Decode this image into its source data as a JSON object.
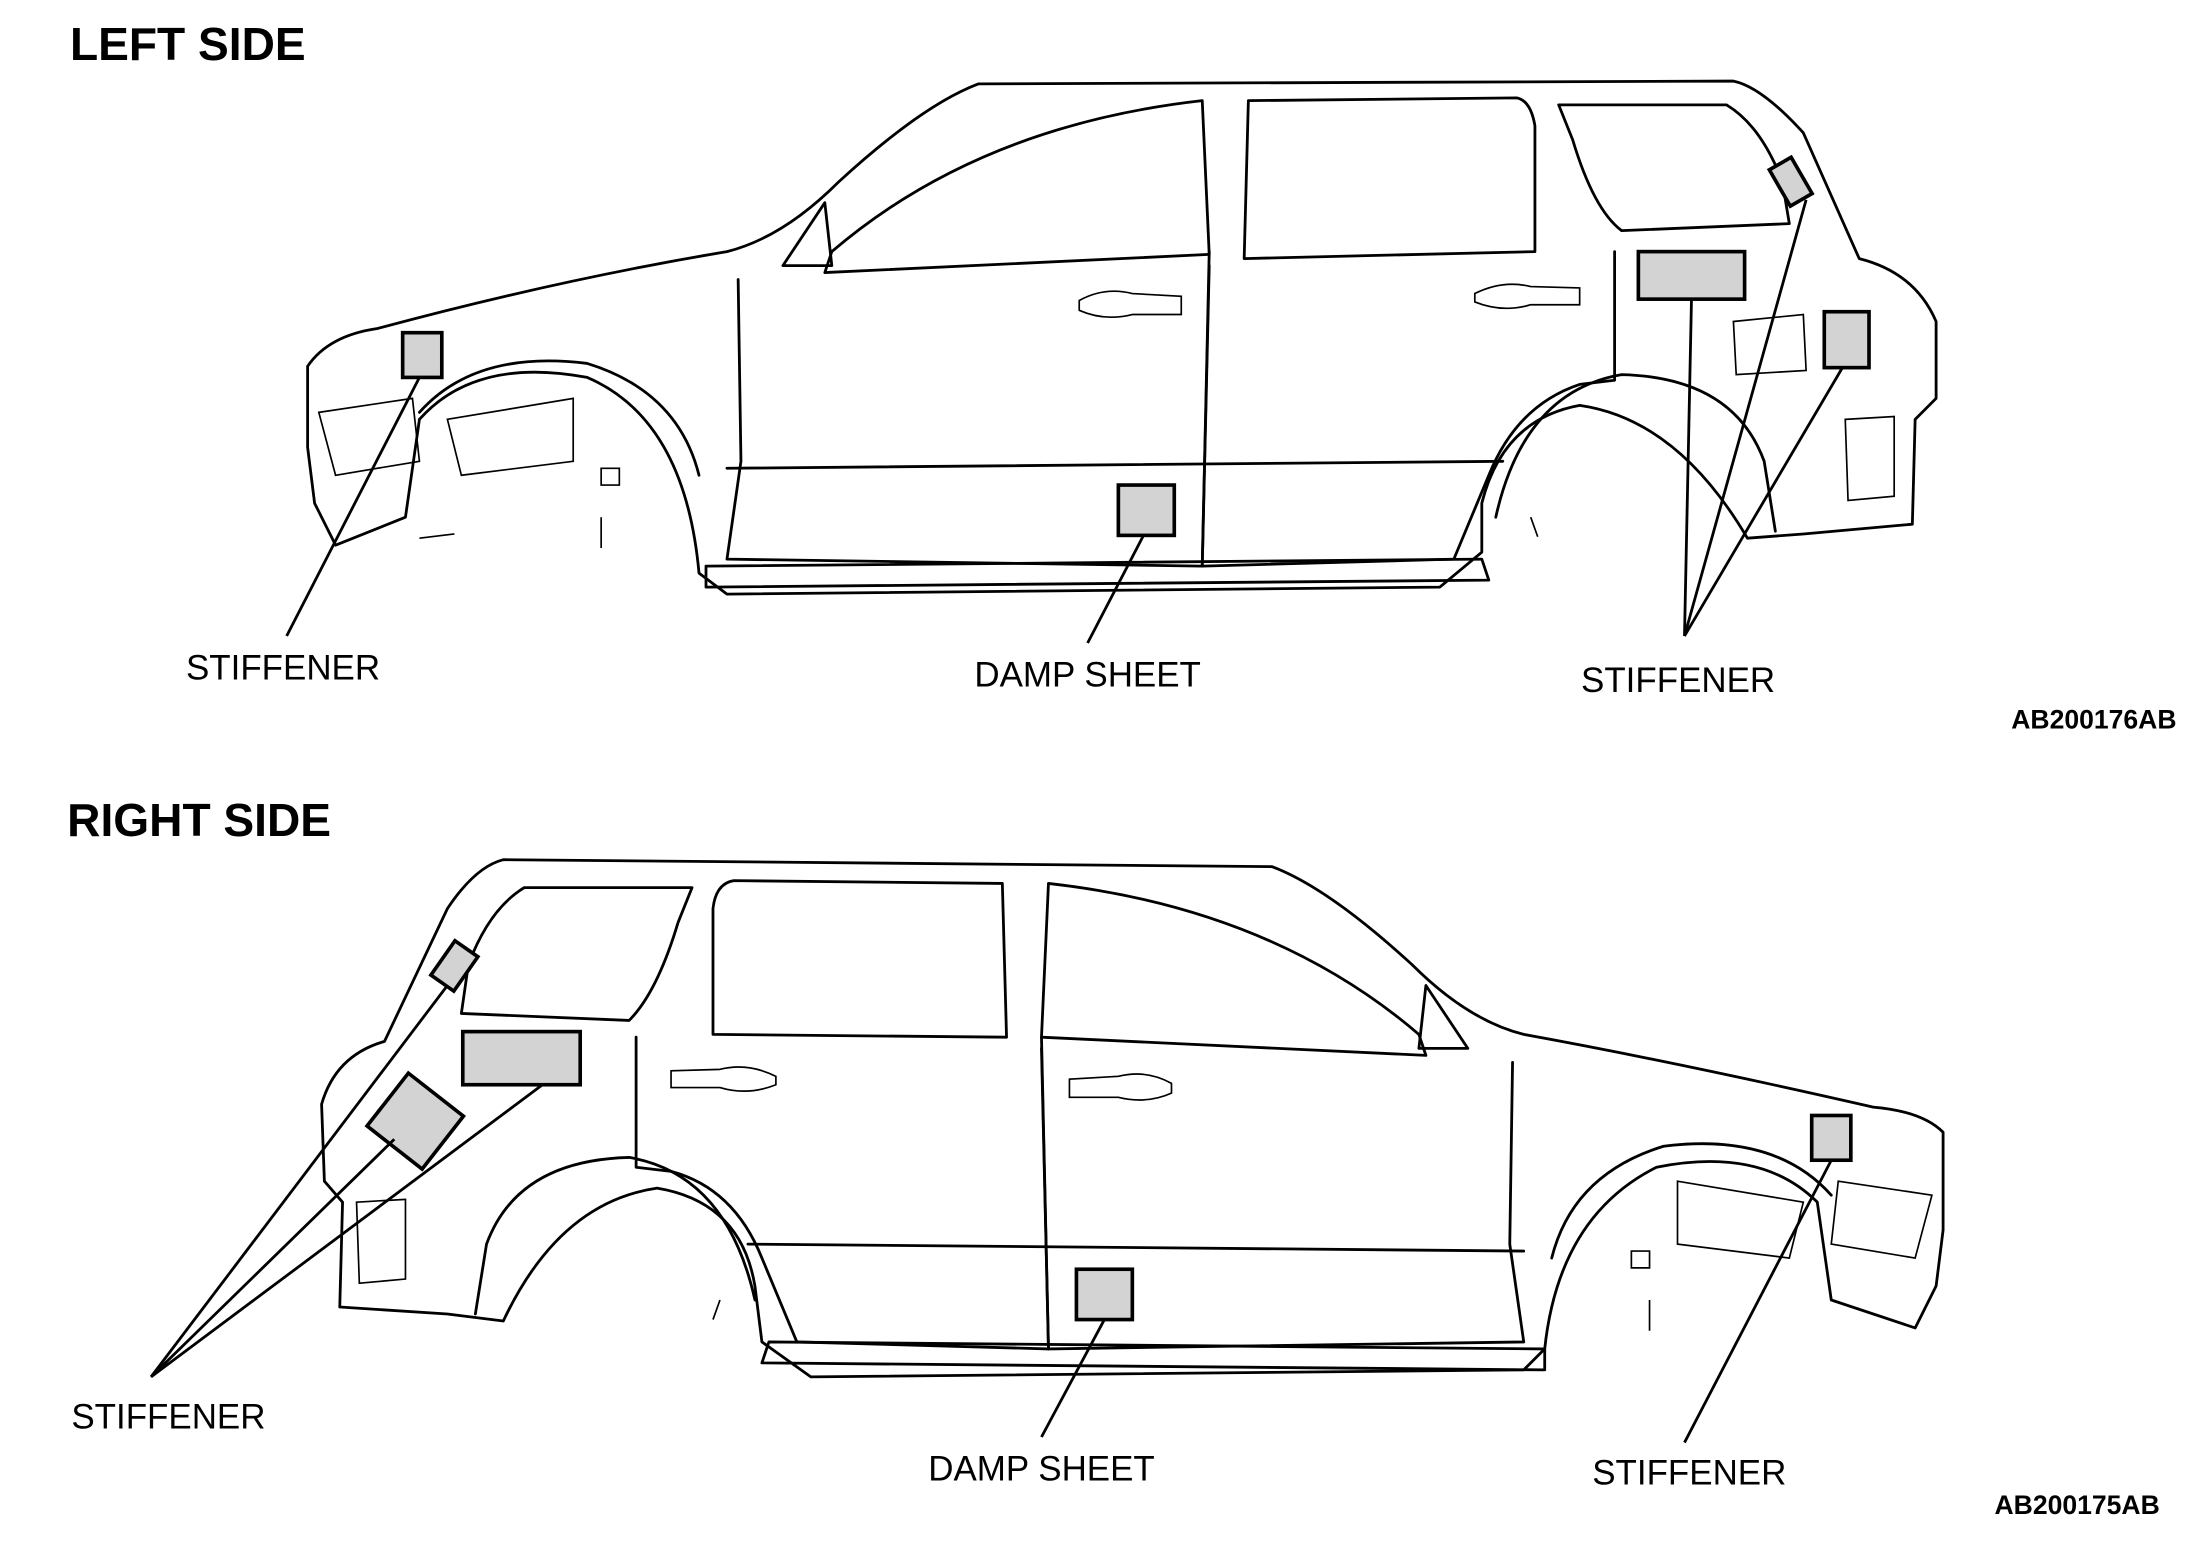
{
  "panels": [
    {
      "title": "LEFT SIDE",
      "labels": {
        "front_stiffener": "STIFFENER",
        "damp_sheet": "DAMP SHEET",
        "rear_stiffener": "STIFFENER"
      },
      "code": "AB200176AB"
    },
    {
      "title": "RIGHT SIDE",
      "labels": {
        "rear_stiffener": "STIFFENER",
        "damp_sheet": "DAMP SHEET",
        "front_stiffener": "STIFFENER"
      },
      "code": "AB200175AB"
    }
  ],
  "colors": {
    "highlight_fill": "#d3d3d3",
    "line": "#000000"
  }
}
